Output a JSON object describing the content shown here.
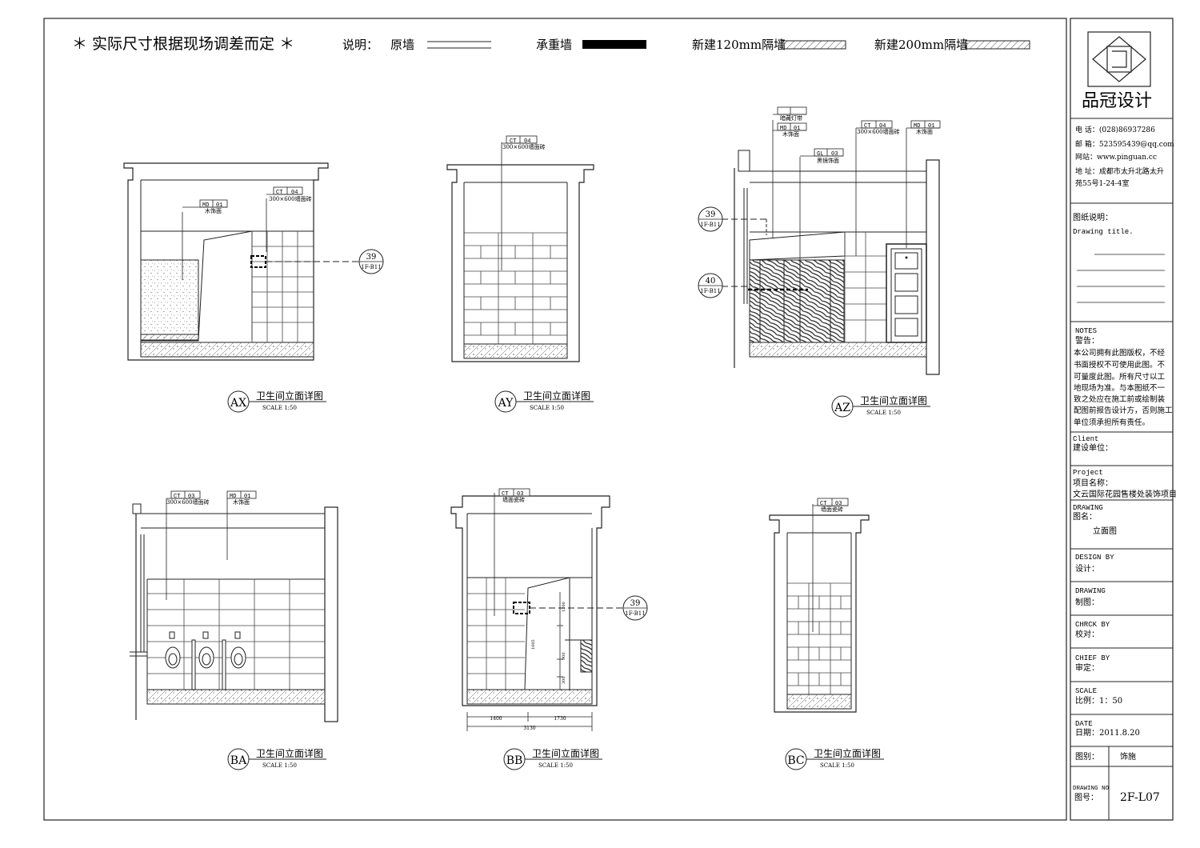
{
  "header": {
    "note": "＊ 实际尺寸根据现场调差而定 ＊",
    "legend_title": "说明：",
    "legend": [
      {
        "label": "原墙"
      },
      {
        "label": "承重墙"
      },
      {
        "label": "新建120mm隔墙"
      },
      {
        "label": "新建200mm隔墙"
      }
    ]
  },
  "titleblock": {
    "brand": "品冠设计",
    "contact": [
      "电 话：(028)86937286",
      "邮 箱：523595439@qq.com",
      "网站：www.pinguan.cc",
      "地 址：成都市太升北路太升",
      "苑55号1-24-4室"
    ],
    "drawing_title_cn": "图纸说明：",
    "drawing_title_en": "Drawing title.",
    "notes_en": "NOTES",
    "notes_cn": "警告：",
    "notes_body": [
      "本公司拥有此图版权，不经",
      "书面授权不可使用此图。不",
      "可量度此图。所有尺寸以工",
      "地现场为准。与本图纸不一",
      "致之处应在施工前或绘制装",
      "配图前报告设计方，否则施工",
      "单位须承担所有责任。"
    ],
    "client_en": "Client",
    "client_cn": "建设单位：",
    "project_en": "Project",
    "project_cn": "项目名称：",
    "project_name": "文云国际花园售楼处装饰项目",
    "drawing_en": "DRAWING",
    "drawing_cn": "图名：",
    "drawing_name": "立面图",
    "design_en": "DESIGN BY",
    "design_cn": "设计：",
    "drawn_en": "DRAWING",
    "drawn_cn": "制图：",
    "check_en": "CHRCK BY",
    "check_cn": "校对：",
    "chief_en": "CHIEF BY",
    "chief_cn": "审定：",
    "scale_en": "SCALE",
    "scale_cn": "比例：1：50",
    "date_en": "DATE",
    "date_cn": "日期：2011.8.20",
    "category_cn": "图别：",
    "category_value": "饰施",
    "drawing_no_en": "DRAWING NO",
    "drawing_no_cn": "图号：",
    "drawing_no": "2F-L07"
  },
  "elevations": [
    {
      "id": "AX",
      "title": "卫生间立面详图",
      "scale": "SCALE 1:50"
    },
    {
      "id": "AY",
      "title": "卫生间立面详图",
      "scale": "SCALE 1:50"
    },
    {
      "id": "AZ",
      "title": "卫生间立面详图",
      "scale": "SCALE 1:50"
    },
    {
      "id": "BA",
      "title": "卫生间立面详图",
      "scale": "SCALE 1:50"
    },
    {
      "id": "BB",
      "title": "卫生间立面详图",
      "scale": "SCALE 1:50"
    },
    {
      "id": "BC",
      "title": "卫生间立面详图",
      "scale": "SCALE 1:50"
    }
  ],
  "tags": {
    "md01": {
      "code": "MD",
      "num": "01",
      "desc": "木饰面"
    },
    "ct04": {
      "code": "CT",
      "num": "04",
      "desc": "300×600墙面砖"
    },
    "ct03a": {
      "code": "CT",
      "num": "03",
      "desc": "300×600墙面砖"
    },
    "ct03b": {
      "code": "CT",
      "num": "03",
      "desc": "墙面瓷砖"
    },
    "gl03": {
      "code": "GL",
      "num": "03",
      "desc": "黑镜饰面"
    },
    "light": {
      "desc": "暗藏灯带"
    }
  },
  "callouts": [
    {
      "num": "39",
      "ref": "1F-B11"
    },
    {
      "num": "39",
      "ref": "1F-B11"
    },
    {
      "num": "40",
      "ref": "1F-B11"
    },
    {
      "num": "39",
      "ref": "1F-B11"
    }
  ],
  "dimensions": {
    "bb_bottom": [
      "1400",
      "1730",
      "3130"
    ],
    "bb_vertical": [
      "1200",
      "1005",
      "900",
      "300"
    ]
  }
}
